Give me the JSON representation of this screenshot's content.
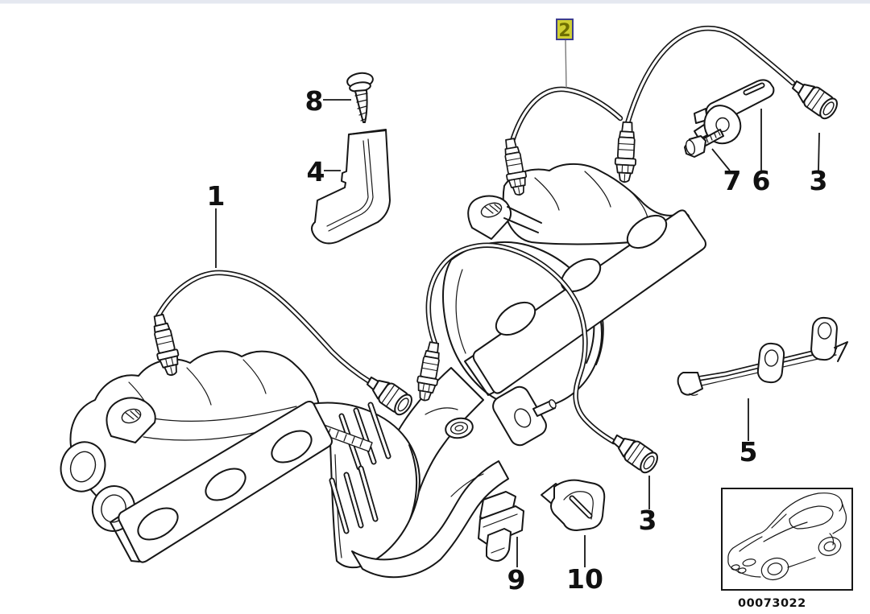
{
  "colors": {
    "line": "#161616",
    "background": "#ffffff",
    "top_strip": "#e5e8f0",
    "highlight_fill": "#cfcf33",
    "highlight_border": "#3c3c8f",
    "highlight_text": "#6e6e00"
  },
  "callouts": [
    {
      "label": "1",
      "part": "lambda-sensor-front",
      "highlighted": false
    },
    {
      "label": "2",
      "part": "lambda-sensor-rear",
      "highlighted": true
    },
    {
      "label": "3",
      "part": "plug-connector-upper",
      "highlighted": false
    },
    {
      "label": "3",
      "part": "plug-connector-lower",
      "highlighted": false
    },
    {
      "label": "4",
      "part": "angle-bracket",
      "highlighted": false
    },
    {
      "label": "5",
      "part": "holder-bracket",
      "highlighted": false
    },
    {
      "label": "6",
      "part": "support-bracket",
      "highlighted": false
    },
    {
      "label": "7",
      "part": "hex-bolt",
      "highlighted": false
    },
    {
      "label": "8",
      "part": "screw",
      "highlighted": false
    },
    {
      "label": "9",
      "part": "cable-clip",
      "highlighted": false
    },
    {
      "label": "10",
      "part": "cable-holder",
      "highlighted": false
    }
  ],
  "footer": {
    "image_number": "00073022"
  }
}
